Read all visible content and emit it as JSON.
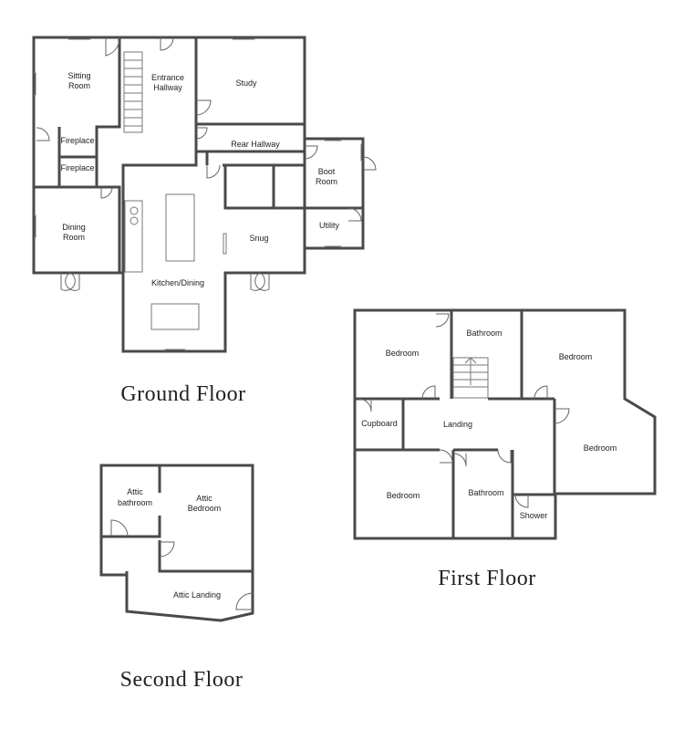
{
  "floors": {
    "ground": {
      "title": "Ground Floor",
      "rooms": {
        "sitting": [
          "Sitting",
          "Room"
        ],
        "entrance": [
          "Entrance",
          "Hallway"
        ],
        "study": "Study",
        "fireplace_a": "Fireplace",
        "fireplace_b": "Fireplace",
        "rear_hallway": "Rear Hallway",
        "boot": [
          "Boot",
          "Room"
        ],
        "dining": [
          "Dining",
          "Room"
        ],
        "snug": "Snug",
        "utility": "Utility",
        "kitchen": "Kitchen/Dining"
      }
    },
    "first": {
      "title": "First Floor",
      "rooms": {
        "bedroom_nw": "Bedroom",
        "bathroom_n": "Bathroom",
        "bedroom_ne": "Bedroom",
        "cupboard": "Cupboard",
        "landing": "Landing",
        "bedroom_e": "Bedroom",
        "bedroom_sw": "Bedroom",
        "bathroom_s": "Bathroom",
        "shower": "Shower"
      }
    },
    "second": {
      "title": "Second Floor",
      "rooms": {
        "attic_bathroom": [
          "Attic",
          "bathroom"
        ],
        "attic_bedroom": [
          "Attic",
          "Bedroom"
        ],
        "attic_landing": "Attic Landing"
      }
    }
  }
}
